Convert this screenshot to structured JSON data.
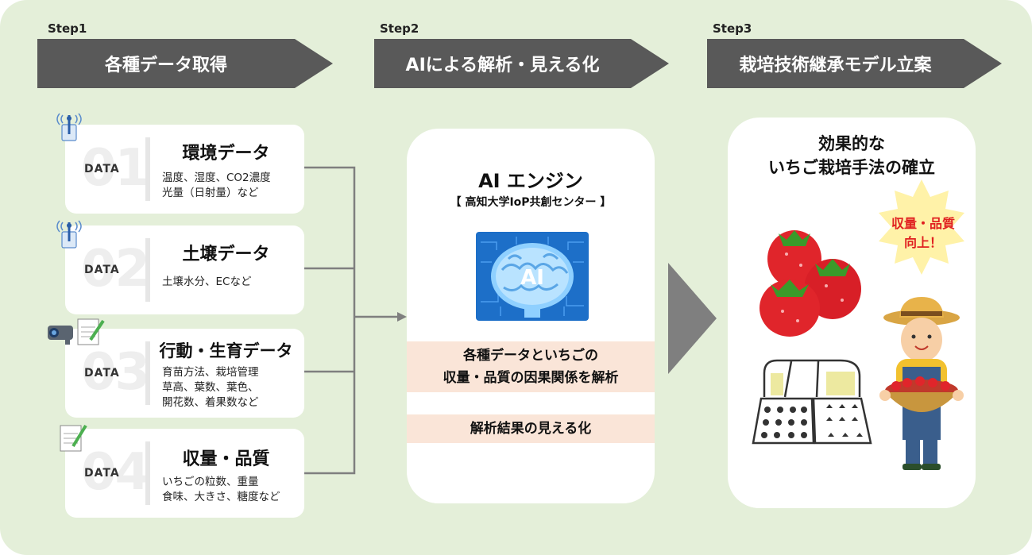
{
  "steps": [
    {
      "label": "Step1",
      "title": "各種データ取得"
    },
    {
      "label": "Step2",
      "title": "AIによる解析・見える化"
    },
    {
      "label": "Step3",
      "title": "栽培技術継承モデル立案"
    }
  ],
  "data_cards": [
    {
      "number": "01",
      "tag": "DATA",
      "title": "環境データ",
      "lines": [
        "温度、湿度、CO2濃度",
        "光量（日射量）など"
      ],
      "icon": "sensor-antenna-icon"
    },
    {
      "number": "02",
      "tag": "DATA",
      "title": "土壌データ",
      "lines": [
        "土壌水分、ECなど"
      ],
      "icon": "sensor-antenna-icon"
    },
    {
      "number": "03",
      "tag": "DATA",
      "title": "行動・生育データ",
      "lines": [
        "育苗方法、栽培管理",
        "草高、葉数、葉色、",
        "開花数、着果数など"
      ],
      "icon": "camera-notepad-icon"
    },
    {
      "number": "04",
      "tag": "DATA",
      "title": "収量・品質",
      "lines": [
        "いちごの粒数、重量",
        "食味、大きさ、糖度など"
      ],
      "icon": "notepad-icon"
    }
  ],
  "ai_engine": {
    "title": "AI エンジン",
    "subtitle": "【 高知大学IoP共創センター 】",
    "chip_label": "AI",
    "band1": [
      "各種データといちごの",
      "収量・品質の因果関係を解析"
    ],
    "band2": "解析結果の見える化"
  },
  "result": {
    "title": [
      "効果的な",
      "いちご栽培手法の確立"
    ],
    "burst": [
      "収量・品質",
      "向上！"
    ]
  },
  "colors": {
    "background": "#e4efd9",
    "banner": "#595959",
    "band": "#fae5d8",
    "accent_red": "#e02020",
    "chip_blue": "#1d6fc8"
  }
}
